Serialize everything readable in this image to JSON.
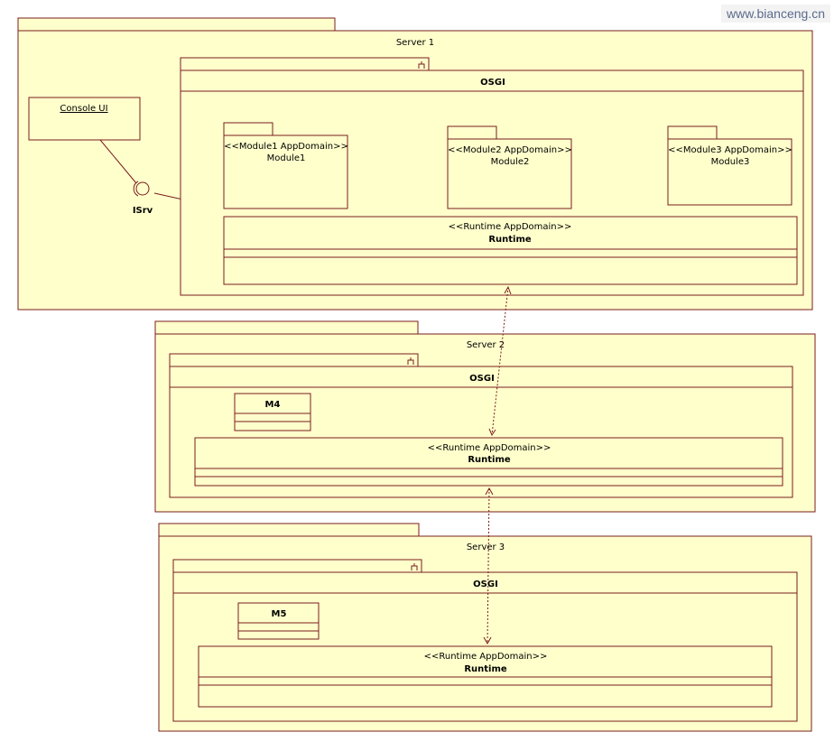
{
  "watermark": "www.bianceng.cn",
  "server1": {
    "title": "Server 1",
    "console": "Console UI",
    "interface": "ISrv",
    "osgi": "OSGI",
    "modules": [
      {
        "stereotype": "<<Module1 AppDomain>>",
        "name": "Module1"
      },
      {
        "stereotype": "<<Module2 AppDomain>>",
        "name": "Module2"
      },
      {
        "stereotype": "<<Module3 AppDomain>>",
        "name": "Module3"
      }
    ],
    "runtime": {
      "stereotype": "<<Runtime AppDomain>>",
      "name": "Runtime"
    }
  },
  "server2": {
    "title": "Server 2",
    "osgi": "OSGI",
    "module": "M4",
    "runtime": {
      "stereotype": "<<Runtime AppDomain>>",
      "name": "Runtime"
    }
  },
  "server3": {
    "title": "Server 3",
    "osgi": "OSGI",
    "module": "M5",
    "runtime": {
      "stereotype": "<<Runtime AppDomain>>",
      "name": "Runtime"
    }
  }
}
